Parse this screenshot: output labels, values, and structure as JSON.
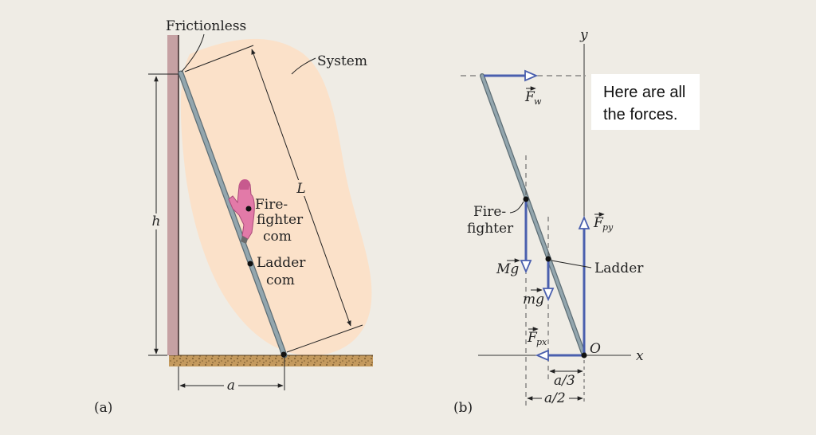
{
  "panel_a": {
    "label": "(a)",
    "frictionless_label": "Frictionless",
    "system_label": "System",
    "length_label": "L",
    "height_label": "h",
    "distance_label": "a",
    "firefighter_com_label": [
      "Fire-",
      "fighter",
      "com"
    ],
    "ladder_com_label": [
      "Ladder",
      "com"
    ]
  },
  "panel_b": {
    "label": "(b)",
    "y_axis_label": "y",
    "x_axis_label": "x",
    "origin_label": "O",
    "force_wall": {
      "symbol": "F",
      "subscript": "w"
    },
    "force_py": {
      "symbol": "F",
      "subscript": "py"
    },
    "force_px": {
      "symbol": "F",
      "subscript": "px"
    },
    "weight_firefighter": "Mg",
    "weight_ladder": "mg",
    "firefighter_label": [
      "Fire-",
      "fighter"
    ],
    "ladder_label": "Ladder",
    "a_third_label": "a/3",
    "a_half_label": "a/2",
    "callout_lines": [
      "Here are all",
      "the forces."
    ]
  },
  "colors": {
    "background": "#efece5",
    "system_fill": "#fbe1c9",
    "wall": "#c6a1a3",
    "ladder": "#93a6ae",
    "force_arrow": "#4a5fae",
    "ground": "#b38a52",
    "firefighter": "#e27aa8"
  }
}
